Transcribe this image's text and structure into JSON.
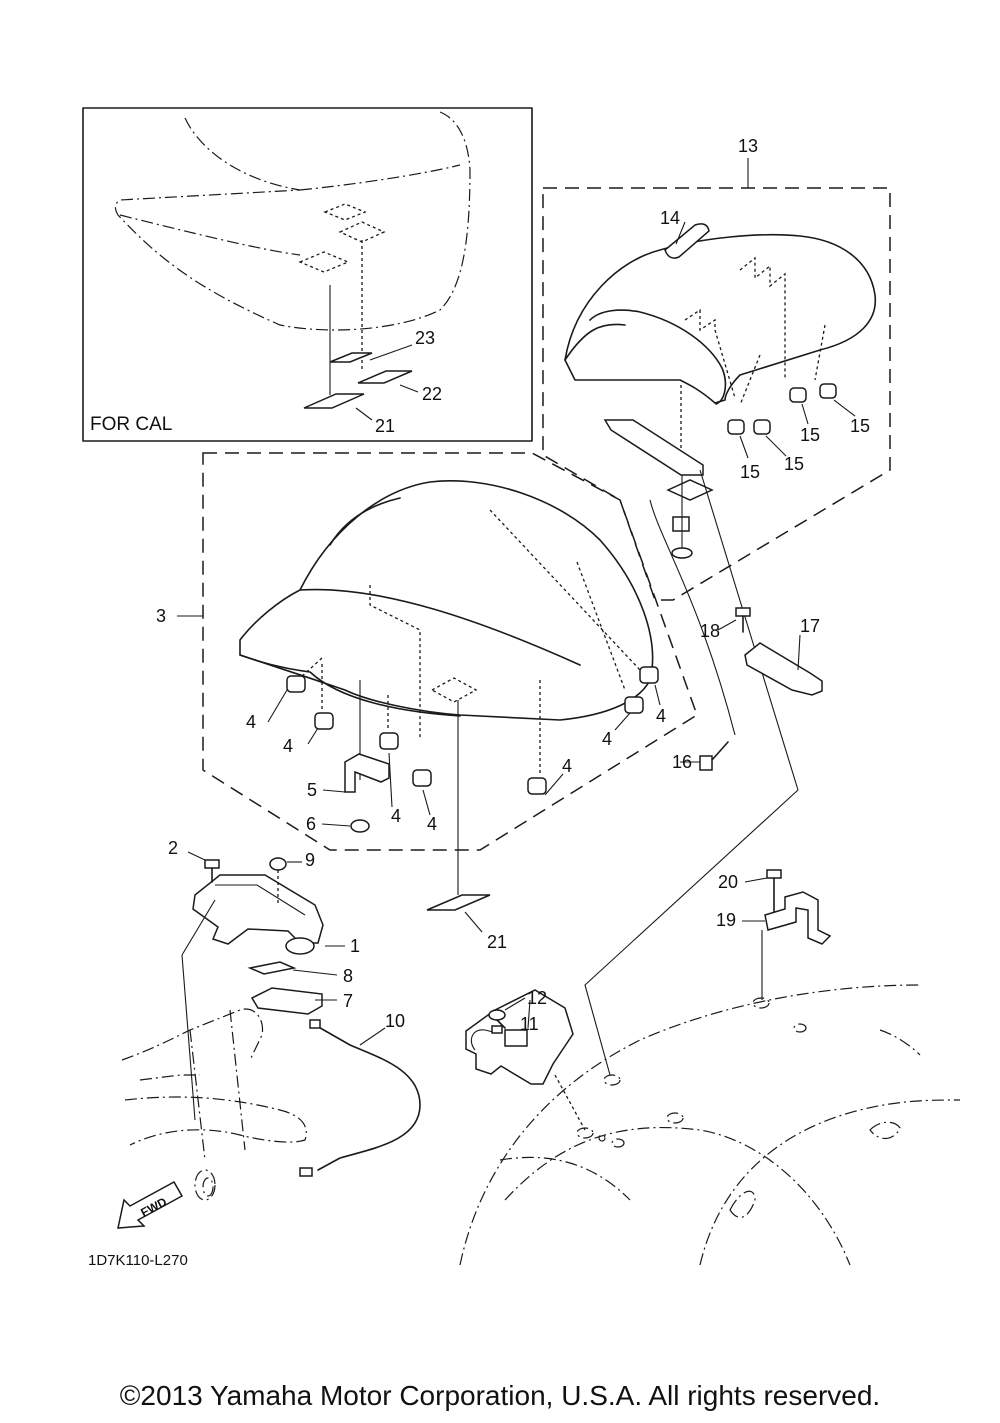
{
  "inset": {
    "caption": "FOR CAL"
  },
  "diagram_code": "1D7K110-L270",
  "fwd_label": "FWD",
  "callouts": {
    "c1": "1",
    "c2": "2",
    "c3": "3",
    "c4a": "4",
    "c4b": "4",
    "c4c": "4",
    "c4d": "4",
    "c4e": "4",
    "c4f": "4",
    "c4g": "4",
    "c5": "5",
    "c6": "6",
    "c7": "7",
    "c8": "8",
    "c9": "9",
    "c10": "10",
    "c11": "11",
    "c12": "12",
    "c13": "13",
    "c14": "14",
    "c15a": "15",
    "c15b": "15",
    "c15c": "15",
    "c15d": "15",
    "c16": "16",
    "c17": "17",
    "c18": "18",
    "c19": "19",
    "c20": "20",
    "c21a": "21",
    "c21b": "21",
    "c22": "22",
    "c23": "23"
  },
  "copyright": "©2013 Yamaha Motor Corporation, U.S.A. All rights reserved."
}
